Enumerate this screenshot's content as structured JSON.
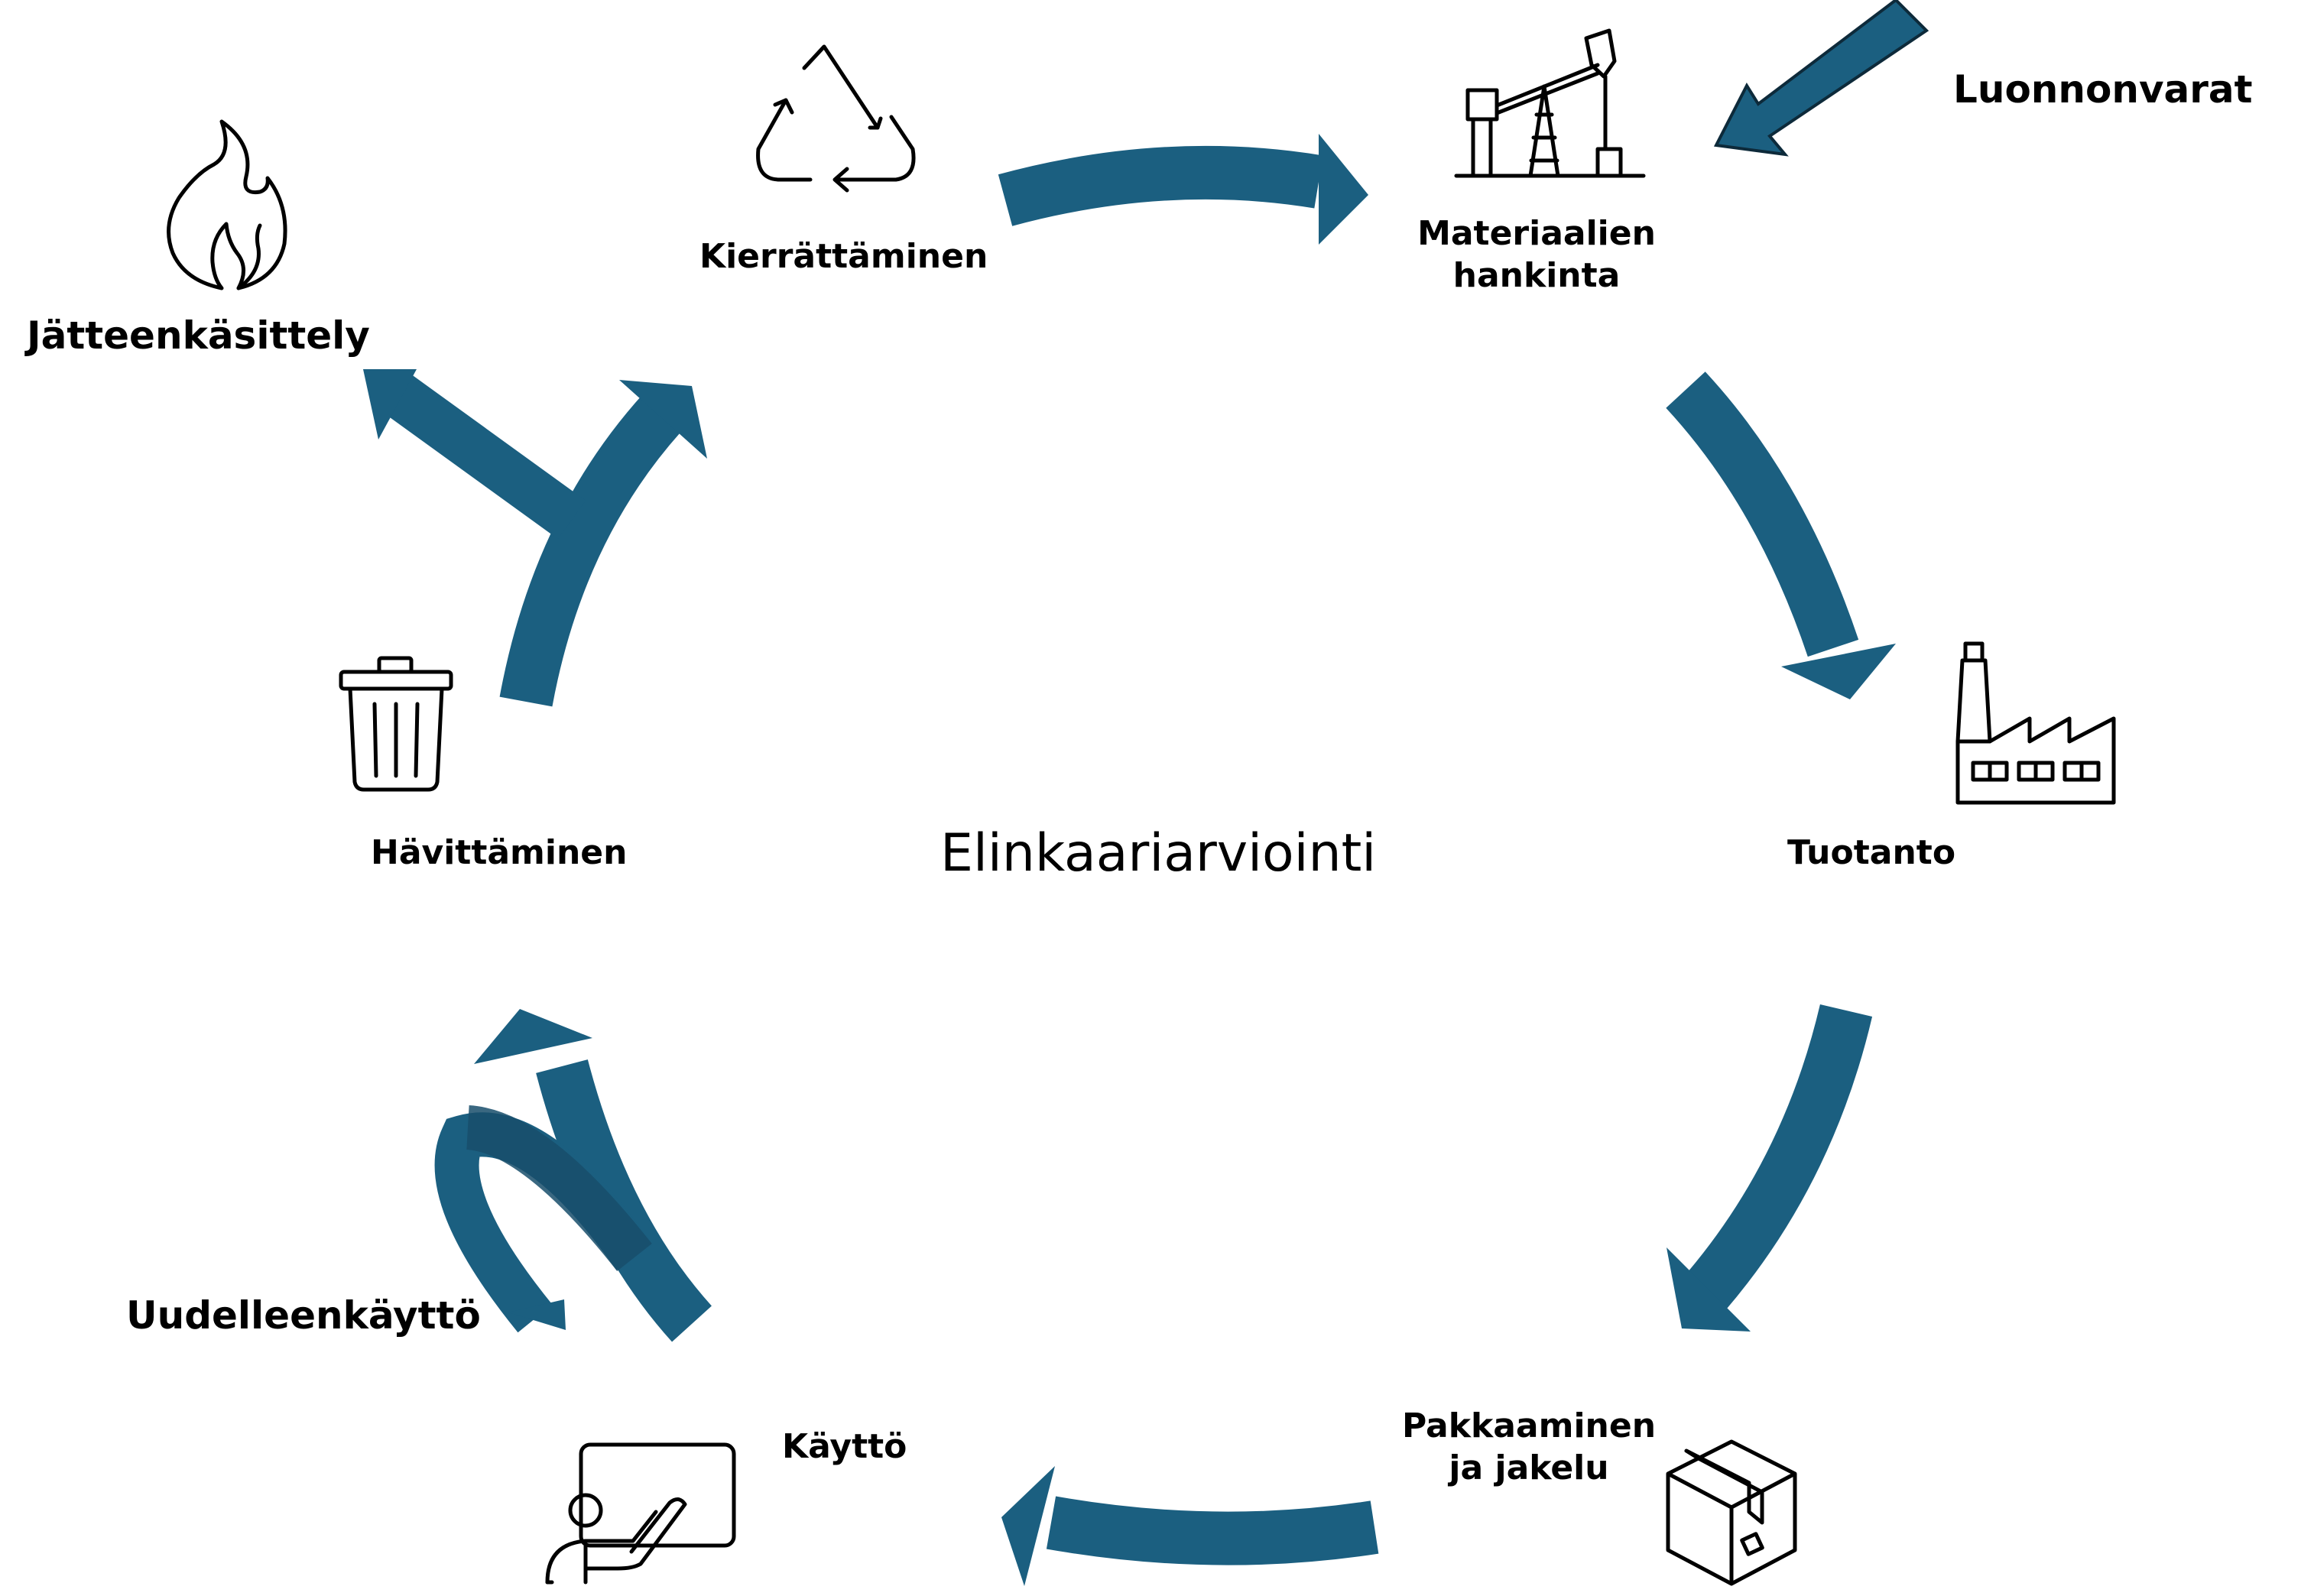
{
  "title": "Elinkaariarviointi",
  "colors": {
    "arrow": "#1b5f80",
    "arrow_dark": "#174d6b",
    "icon_stroke": "#000000",
    "background": "#ffffff"
  },
  "stages": {
    "raw_materials": {
      "label": "Luonnonvarat"
    },
    "material_acquisition": {
      "line1": "Materiaalien",
      "line2": "hankinta",
      "icon": "oil-pump-icon"
    },
    "production": {
      "label": "Tuotanto",
      "icon": "factory-icon"
    },
    "packaging": {
      "line1": "Pakkaaminen",
      "line2": "ja jakelu",
      "icon": "box-icon"
    },
    "use": {
      "label": "Käyttö",
      "icon": "presenter-icon"
    },
    "reuse": {
      "label": "Uudelleenkäyttö"
    },
    "disposal": {
      "label": "Hävittäminen",
      "icon": "trash-can-icon"
    },
    "waste_treatment": {
      "label": "Jätteenkäsittely",
      "icon": "flame-icon"
    },
    "recycling": {
      "label": "Kierrättäminen",
      "icon": "recycle-icon"
    }
  }
}
